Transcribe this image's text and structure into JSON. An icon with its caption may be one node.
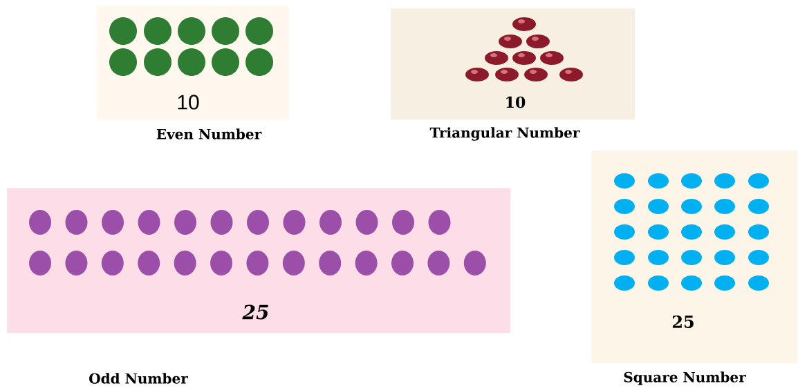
{
  "diagram": {
    "nodes": [
      {
        "text": [
          "10"
        ],
        "beside": [
          "Even Number"
        ]
      },
      {
        "text": [
          "10"
        ],
        "beside": [
          "Triangular Number"
        ]
      },
      {
        "text": [
          "25"
        ],
        "beside": [
          "Odd Number"
        ]
      },
      {
        "text": [
          "25"
        ],
        "beside": [
          "Square Number"
        ]
      }
    ]
  }
}
